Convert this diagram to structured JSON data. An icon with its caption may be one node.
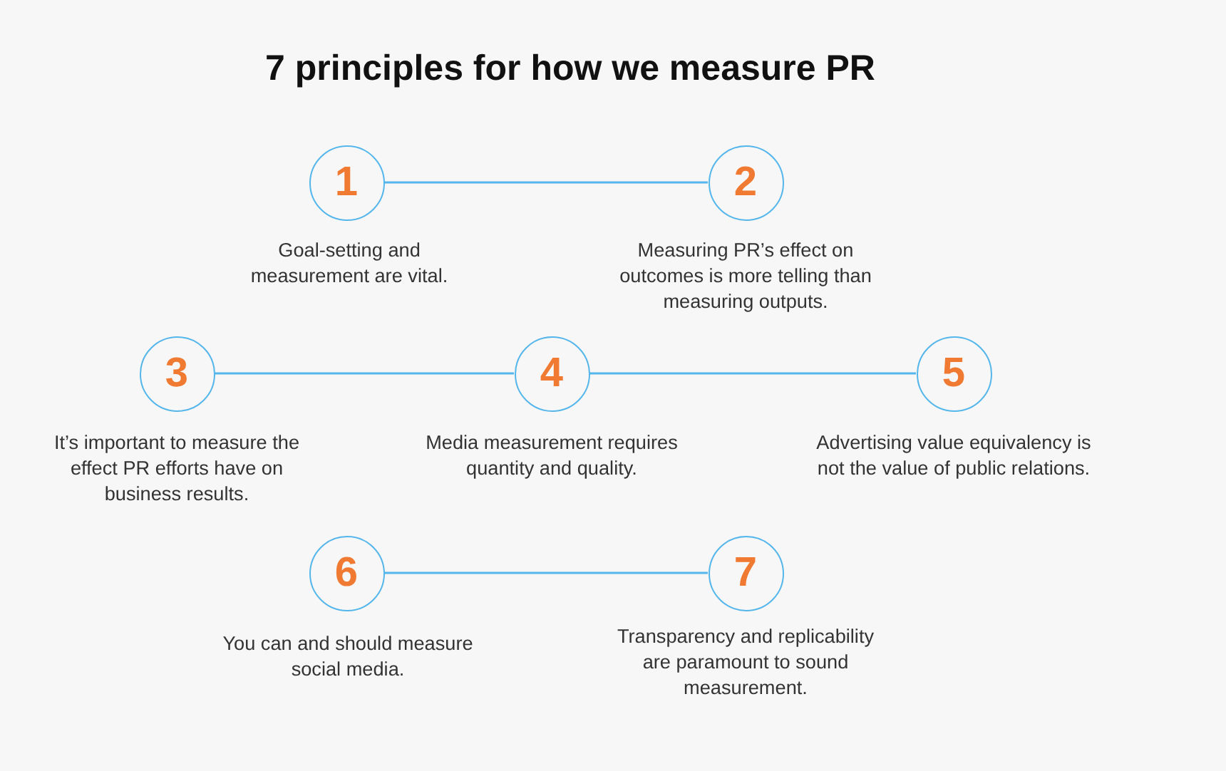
{
  "diagram": {
    "title": "7 principles for how we measure PR",
    "nodes": [
      {
        "text": [
          "1"
        ],
        "beside": [
          "Goal-setting and measurement are vital."
        ]
      },
      {
        "text": [
          "2"
        ],
        "beside": [
          "Measuring PR’s effect on outcomes is more telling than measuring outputs."
        ]
      },
      {
        "text": [
          "3"
        ],
        "beside": [
          "It’s important to measure the effect PR efforts have on business results."
        ]
      },
      {
        "text": [
          "4"
        ],
        "beside": [
          "Media measurement requires quantity and quality."
        ]
      },
      {
        "text": [
          "5"
        ],
        "beside": [
          "Advertising value equivalency is not the value of public relations."
        ]
      },
      {
        "text": [
          "6"
        ],
        "beside": [
          "You can and should measure social media."
        ]
      },
      {
        "text": [
          "7"
        ],
        "beside": [
          "Transparency and replicability are paramount to sound measurement."
        ]
      }
    ],
    "edges": [
      {
        "from": 0,
        "to": 1,
        "arrow": "none"
      },
      {
        "from": 2,
        "to": 3,
        "arrow": "none"
      },
      {
        "from": 3,
        "to": 4,
        "arrow": "none"
      },
      {
        "from": 5,
        "to": 6,
        "arrow": "none"
      }
    ]
  }
}
